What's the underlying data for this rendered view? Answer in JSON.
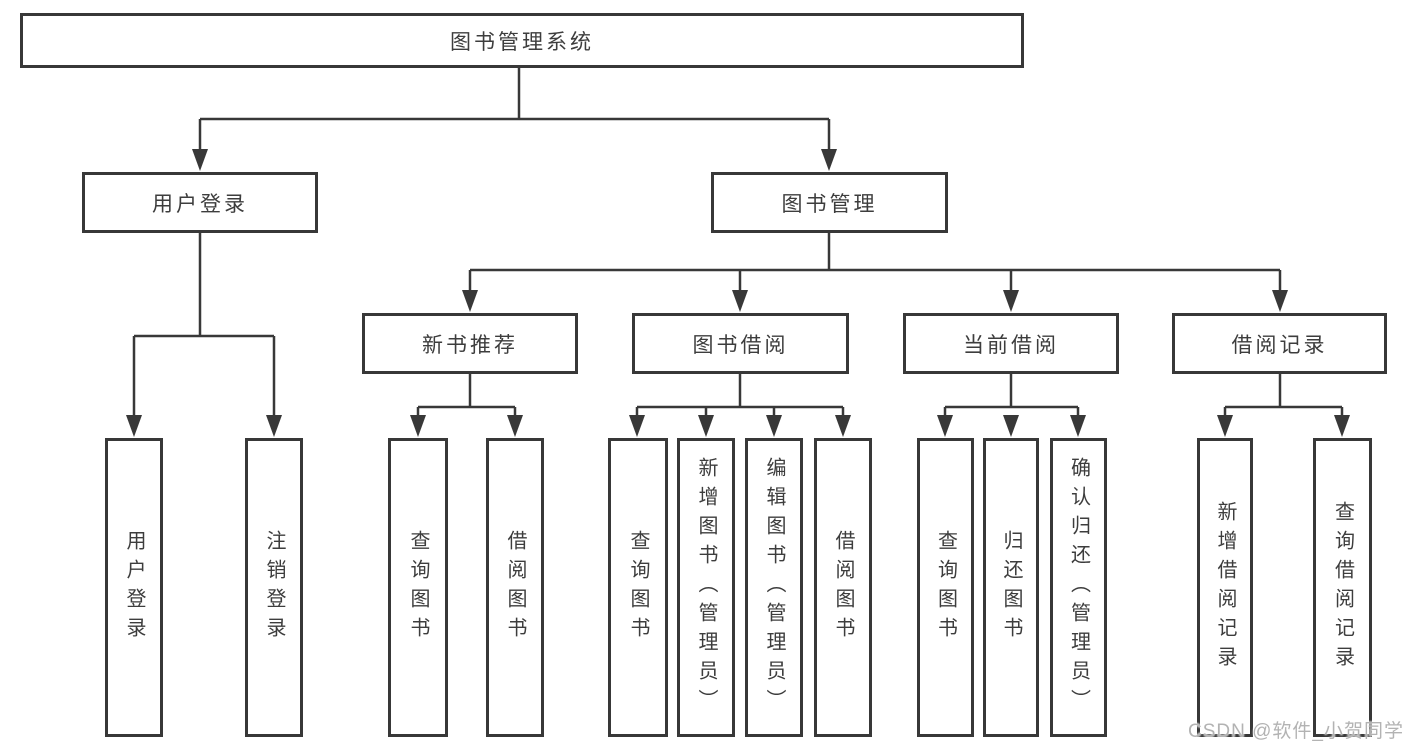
{
  "diagram": {
    "type": "hierarchy-tree",
    "root": "图书管理系统",
    "level2": {
      "user_login": "用户登录",
      "book_mgmt": "图书管理"
    },
    "level3": {
      "new_books": "新书推荐",
      "book_borrow": "图书借阅",
      "current_borrow": "当前借阅",
      "borrow_records": "借阅记录"
    },
    "leaves": {
      "login": "用户登录",
      "logout": "注销登录",
      "rec_query_books": "查询图书",
      "rec_borrow_books": "借阅图书",
      "bb_query_books": "查询图书",
      "bb_add_books": "新增图书（管理员）",
      "bb_edit_books": "编辑图书（管理员）",
      "bb_borrow_books": "借阅图书",
      "cb_query_books": "查询图书",
      "cb_return_books": "归还图书",
      "cb_confirm_return": "确认归还（管理员）",
      "br_add_record": "新增借阅记录",
      "br_query_record": "查询借阅记录"
    }
  },
  "watermark": "CSDN @软件_小贺同学",
  "colors": {
    "line": "#383838",
    "text": "#3d3d3d",
    "box_background": "#ffffff",
    "watermark": "#b3b3b3",
    "background": "#ffffff"
  }
}
